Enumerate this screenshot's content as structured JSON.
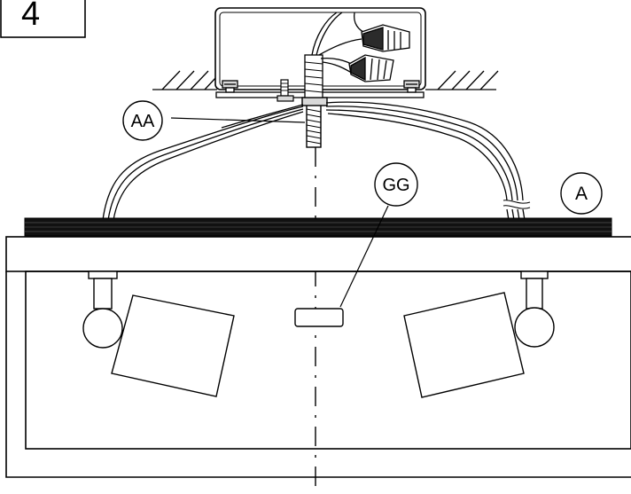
{
  "step_number": "4",
  "callouts": {
    "aa": "AA",
    "gg": "GG",
    "a": "A"
  },
  "colors": {
    "ink": "#000000",
    "paper": "#ffffff",
    "nut_fill": "#d9d9d9",
    "connector_fill": "#2b2b2b"
  }
}
